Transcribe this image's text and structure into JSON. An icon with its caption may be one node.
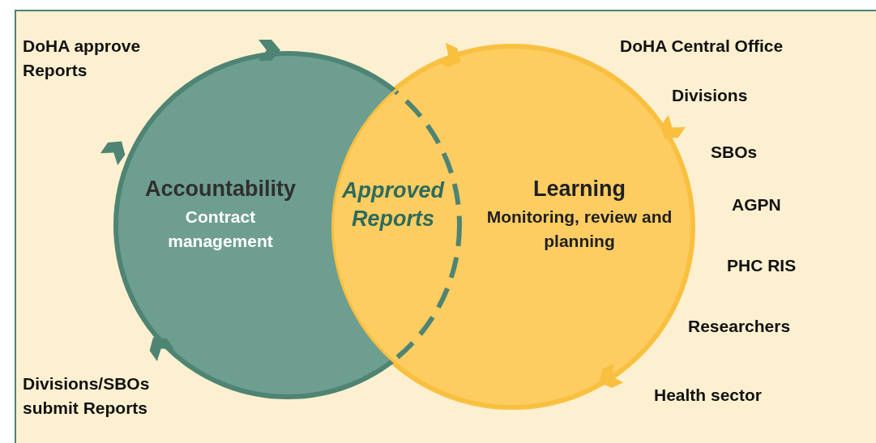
{
  "diagram": {
    "nodes": [
      {
        "text": [
          "Accountability",
          "Contract management"
        ]
      },
      {
        "text": [
          "Learning",
          "Monitoring, review and planning"
        ]
      }
    ],
    "labels": [
      "DoHA approve Reports",
      "DoHA Central Office",
      "Divisions",
      "SBOs",
      "Approved Reports",
      "AGPN",
      "PHC RIS",
      "Researchers",
      "Divisions/SBOs submit Reports",
      "Health sector"
    ]
  }
}
